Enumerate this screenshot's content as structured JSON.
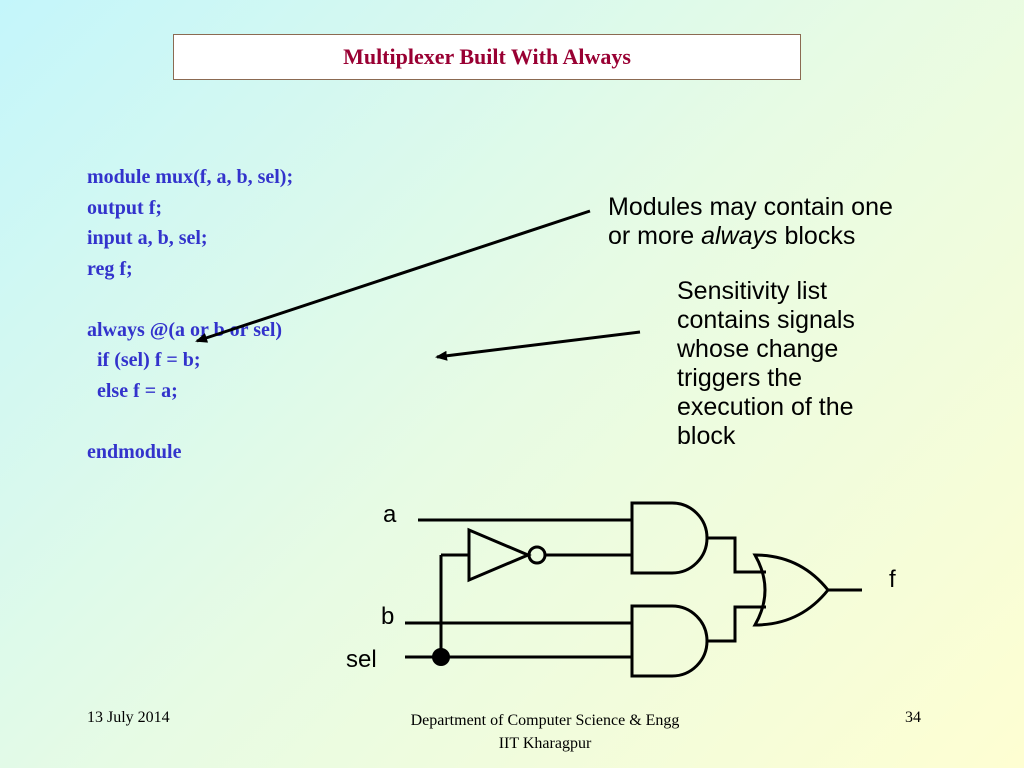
{
  "title": "Multiplexer Built With Always",
  "code_lines": [
    "module mux(f, a, b, sel);",
    "output f;",
    "input a, b, sel;",
    "reg f;",
    "",
    "always @(a or b or sel)",
    "  if (sel) f = b;",
    "  else f = a;",
    "",
    "endmodule"
  ],
  "note1": {
    "line1": "Modules may contain one",
    "line2_prefix": "or more ",
    "line2_italic": "always",
    "line2_suffix": " blocks"
  },
  "note2": {
    "lines": [
      "Sensitivity list",
      "contains signals",
      "whose change",
      "triggers the",
      "execution of the",
      "block"
    ]
  },
  "circuit": {
    "input_a": "a",
    "input_b": "b",
    "input_sel": "sel",
    "output_f": "f"
  },
  "footer": {
    "date": "13 July 2014",
    "dept_line1": "Department of Computer Science & Engg",
    "dept_line2": "IIT Kharagpur",
    "page": "34"
  },
  "colors": {
    "title": "#990033",
    "code": "#3333cc"
  }
}
